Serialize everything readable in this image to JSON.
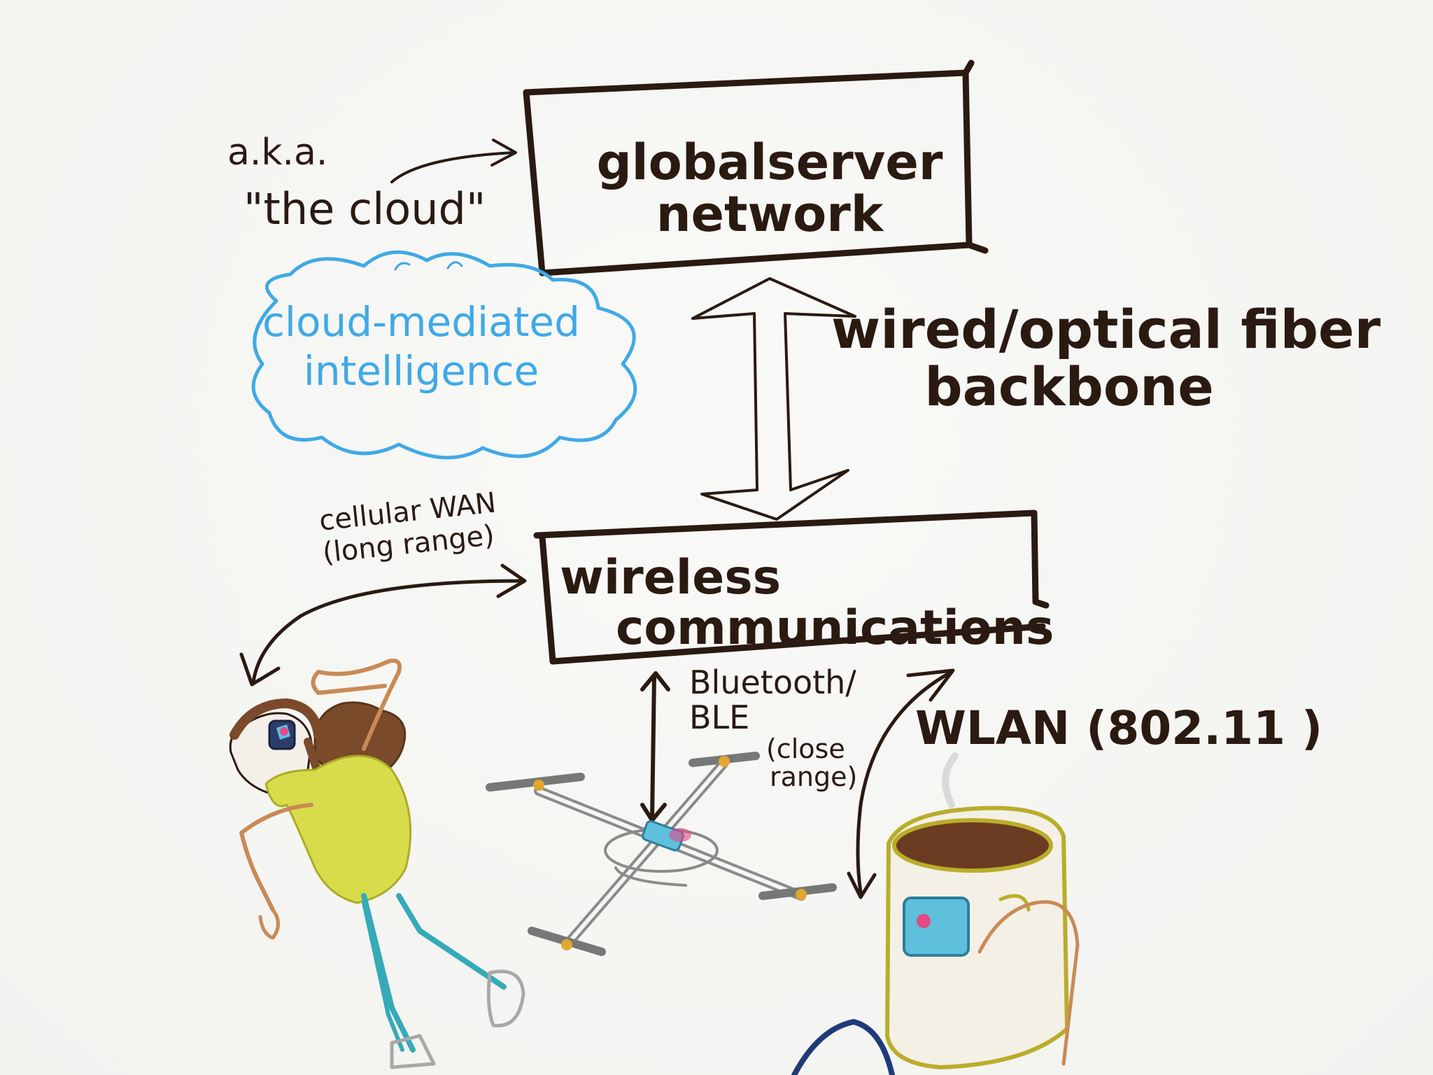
{
  "colors": {
    "ink": "#2a1a12",
    "cloud_blue": "#3fa9e6",
    "shirt": "#d8dc4a",
    "skin": "#c98a55",
    "hair": "#7a4a2a",
    "pants": "#35aab8",
    "mug": "#b9ad2a",
    "coffee": "#6b3b22",
    "drone": "#8a8a8a",
    "screen": "#5ec0dc",
    "accent_pink": "#e24a8a",
    "shoe": "#a8a8a8"
  },
  "diagram": {
    "server": {
      "line1": "globalserver",
      "line2": "network"
    },
    "aka": {
      "line1": "a.k.a.",
      "line2": "\"the cloud\""
    },
    "cloud": {
      "line1": "cloud-mediated",
      "line2": "intelligence"
    },
    "backbone": {
      "line1": "wired/optical fiber",
      "line2": "backbone"
    },
    "wireless": {
      "line1": "wireless",
      "line2": "communications"
    },
    "cellular": {
      "line1": "cellular WAN",
      "line2": "(long range)"
    },
    "bluetooth": {
      "line1": "Bluetooth/",
      "line2": "BLE",
      "line3": "(close",
      "line4": "range)"
    },
    "wlan": {
      "label": "WLAN (802.11 )"
    }
  }
}
